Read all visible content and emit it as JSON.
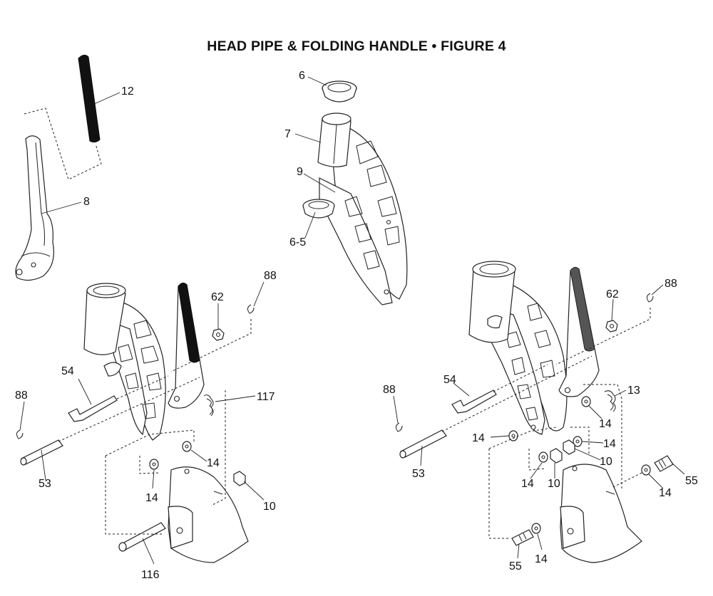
{
  "title": "HEAD PIPE & FOLDING HANDLE  •  FIGURE 4",
  "labels": {
    "p6": "6",
    "p7": "7",
    "p9": "9",
    "p6_5": "6-5",
    "p12": "12",
    "p8": "8",
    "l88a": "88",
    "l62a": "62",
    "l54a": "54",
    "l88b": "88",
    "l117": "117",
    "l14a": "14",
    "l14b": "14",
    "l53a": "53",
    "l10a": "10",
    "l116": "116",
    "r88a": "88",
    "r62": "62",
    "r54": "54",
    "r88b": "88",
    "r13": "13",
    "r14a": "14",
    "r14b": "14",
    "r14c": "14",
    "r10a": "10",
    "r53": "53",
    "r14d": "14",
    "r10b": "10",
    "r14e": "14",
    "r55a": "55",
    "r55b": "55",
    "r14f": "14"
  }
}
